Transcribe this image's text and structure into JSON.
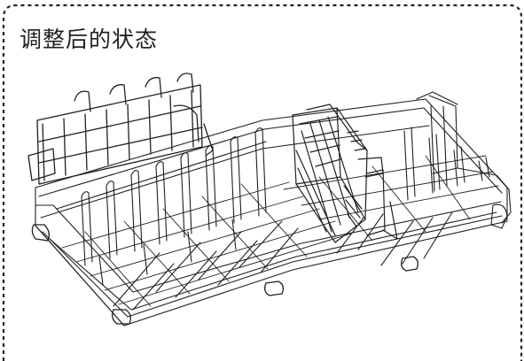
{
  "caption": "调整后的状态",
  "colors": {
    "outline": "#231f20",
    "border": "#231f20",
    "background": "#ffffff"
  },
  "illustration": {
    "subject": "dishwasher-lower-rack",
    "features": [
      "fold-down-cup-shelf",
      "cutlery-basket",
      "plate-tines",
      "wheels"
    ]
  }
}
